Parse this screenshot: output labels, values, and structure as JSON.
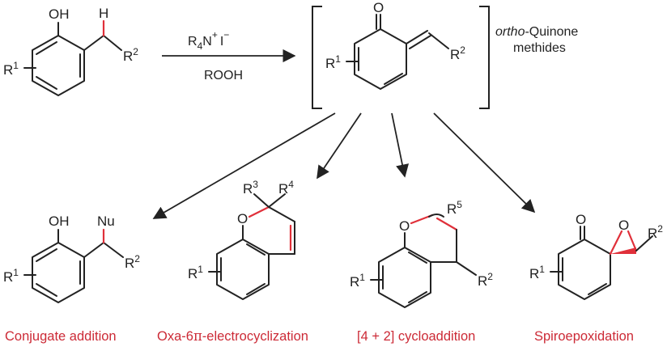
{
  "reagents": {
    "top": {
      "main": "R",
      "sub1": "4",
      "n": "N",
      "sup1": "+",
      "i": "I",
      "sup2": "−"
    },
    "bottom": "ROOH"
  },
  "intermediate": {
    "label_italic": "ortho",
    "label_rest": "-Quinone",
    "label_line2": "methides"
  },
  "atoms": {
    "O": "O",
    "OH": "OH",
    "H": "H",
    "Nu": "Nu",
    "R": "R",
    "sup1": "1",
    "sup2": "2",
    "sup3": "3",
    "sup4": "4",
    "sup5": "5"
  },
  "captions": {
    "conjugate": "Conjugate addition",
    "oxa_prefix": "Oxa-6",
    "oxa_pi": "π",
    "oxa_suffix": "-electrocyclization",
    "cycloaddition": "[4 + 2] cycloaddition",
    "spiro": "Spiroepoxidation"
  },
  "colors": {
    "ink": "#222222",
    "highlight": "#e0303a",
    "caption": "#cc2a36"
  }
}
